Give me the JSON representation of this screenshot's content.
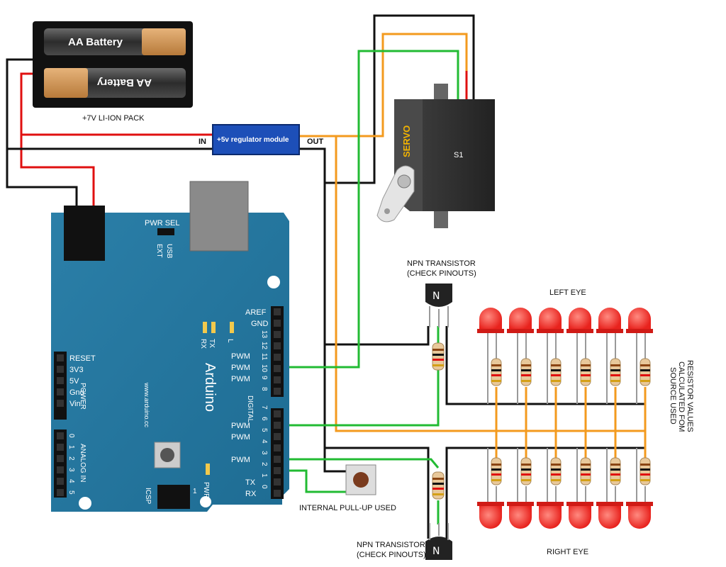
{
  "battery": {
    "cell_label_1": "AA Battery",
    "cell_label_2": "AA Battery",
    "pack_label": "+7V LI-ION PACK"
  },
  "regulator": {
    "label": "+5v regulator module",
    "in_label": "IN",
    "out_label": "OUT"
  },
  "servo": {
    "brand": "SERVO",
    "name": "S1"
  },
  "transistor_top": {
    "label_line1": "NPN TRANSISTOR",
    "label_line2": "(CHECK PINOUTS)"
  },
  "transistor_bottom": {
    "label_line1": "NPN TRANSISTOR",
    "label_line2": "(CHECK PINOUTS)"
  },
  "left_eye_label": "LEFT EYE",
  "right_eye_label": "RIGHT EYE",
  "resistor_note": [
    "RESISTOR VALUES",
    "CALCULATED FOM",
    "SOURCE USED"
  ],
  "button_label": "INTERNAL PULL-UP USED",
  "arduino": {
    "name": "Arduino",
    "url": "www.arduino.cc",
    "pwr_sel": "PWR SEL",
    "ext": "EXT",
    "usb": "USB",
    "aref": "AREF",
    "gnd": "GND",
    "tx_led": "TX",
    "rx_led": "RX",
    "l_led": "L",
    "pwr_led": "PWR",
    "icsp": "ICSP",
    "icsp_pin": "1",
    "power_header": [
      "RESET",
      "3V3",
      "5V",
      "Gnd",
      "Vin"
    ],
    "power_title": "POWER",
    "analog_pins": [
      "0",
      "1",
      "2",
      "3",
      "4",
      "5"
    ],
    "analog_title": "ANALOG IN",
    "digital_title": "DIGITAL",
    "digital_high": [
      "13",
      "12",
      "11",
      "10",
      "9",
      "8"
    ],
    "digital_low": [
      "7",
      "6",
      "5",
      "4",
      "3",
      "2",
      "1",
      "0"
    ],
    "pwm_label": "PWM",
    "tx_pin": "TX",
    "rx_pin": "RX"
  }
}
